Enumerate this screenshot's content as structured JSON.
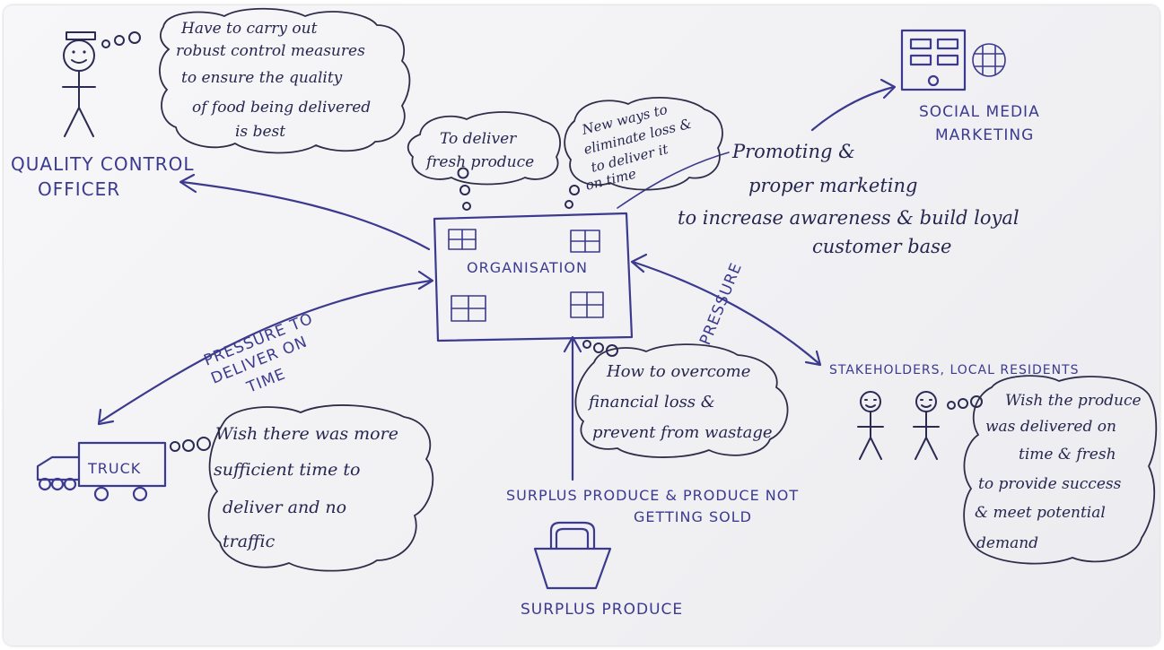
{
  "nodes": {
    "quality_control_officer": {
      "line1": "QUALITY CONTROL",
      "line2": "OFFICER"
    },
    "organisation": {
      "label": "ORGANISATION"
    },
    "social_media_marketing": {
      "line1": "SOCIAL MEDIA",
      "line2": "MARKETING"
    },
    "stakeholders": {
      "label": "STAKEHOLDERS, LOCAL RESIDENTS"
    },
    "truck": {
      "label": "TRUCK"
    },
    "surplus_produce": {
      "label": "SURPLUS PRODUCE"
    }
  },
  "edges": {
    "truck_pressure": {
      "line1": "PRESSURE TO",
      "line2": "DELIVER ON",
      "line3": "TIME"
    },
    "stakeholder_pressure": {
      "label": "PRESSURE"
    },
    "surplus_not_sold": {
      "line1": "SURPLUS PRODUCE & PRODUCE NOT",
      "line2": "GETTING SOLD"
    },
    "promoting": {
      "line1": "Promoting &",
      "line2": "proper marketing",
      "line3": "to increase awareness & build loyal",
      "line4": "customer base"
    }
  },
  "thoughts": {
    "qc_officer": {
      "line1": "Have to carry out",
      "line2": "robust control measures",
      "line3": "to ensure the quality",
      "line4": "of food being delivered",
      "line5": "is best"
    },
    "deliver_fresh": {
      "line1": "To deliver",
      "line2": "fresh produce"
    },
    "new_ways": {
      "line1": "New ways to",
      "line2": "eliminate loss &",
      "line3": "to deliver it",
      "line4": "on time"
    },
    "financial_loss": {
      "line1": "How to overcome",
      "line2": "financial loss &",
      "line3": "prevent from wastage"
    },
    "truck_wish": {
      "line1": "Wish there was more",
      "line2": "sufficient time to",
      "line3": "deliver and no",
      "line4": "traffic"
    },
    "stakeholder_wish": {
      "line1": "Wish the produce",
      "line2": "was delivered on",
      "line3": "time & fresh",
      "line4": "to provide success",
      "line5": "& meet potential",
      "line6": "demand"
    }
  },
  "colors": {
    "ink": "#3b3a8f",
    "dark_ink": "#262650",
    "paper": "#f3f3f6"
  }
}
